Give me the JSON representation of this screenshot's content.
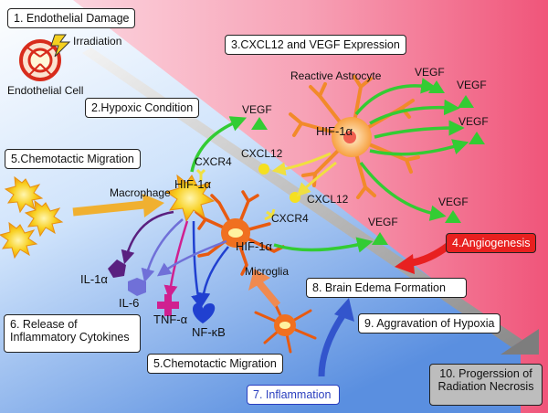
{
  "boxes": {
    "b1": "1. Endothelial Damage",
    "b2": "2.Hypoxic Condition",
    "b3": "3.CXCL12 and VEGF Expression",
    "b4": "4.Angiogenesis",
    "b5a": "5.Chemotactic Migration",
    "b5b": "5.Chemotactic Migration",
    "b6_line1": "6. Release of",
    "b6_line2": "Inflammatory Cytokines",
    "b7": "7. Inflammation",
    "b8": "8. Brain Edema Formation",
    "b9": "9. Aggravation of Hypoxia",
    "b10_line1": "10. Progerssion of",
    "b10_line2": "Radiation Necrosis"
  },
  "labels": {
    "irradiation": "Irradiation",
    "endothelial_cell": "Endothelial Cell",
    "reactive_astrocyte": "Reactive Astrocyte",
    "macrophage": "Macrophage",
    "microglia": "Microglia",
    "hif_macrophage": "HIF-1α",
    "hif_microglia": "HIF-1α",
    "hif_astrocyte": "HIF-1α",
    "cxcr4_macrophage": "CXCR4",
    "cxcr4_microglia": "CXCR4",
    "cxcl12_a": "CXCL12",
    "cxcl12_b": "CXCL12",
    "vegf_1": "VEGF",
    "vegf_2": "VEGF",
    "vegf_3": "VEGF",
    "vegf_4": "VEGF",
    "vegf_5": "VEGF",
    "vegf_6": "VEGF",
    "il1a": "IL-1α",
    "il6": "IL-6",
    "tnfa": "TNF-α",
    "nfkb": "NF-κB"
  },
  "colors": {
    "pink_region": "#f0557a",
    "blue_region": "#5a8fe0",
    "vegf_arrow": "#33cc33",
    "cxcl12_arrow": "#f0e040",
    "migration_arrow": "#f0b030",
    "microglia_migration_arrow": "#f08a50",
    "inflammation_arrow": "#3355cc",
    "angiogenesis_arrow": "#e82020",
    "il1a": "#5a2080",
    "il6": "#7070d8",
    "tnfa": "#d02090",
    "nfkb": "#2040d0"
  }
}
